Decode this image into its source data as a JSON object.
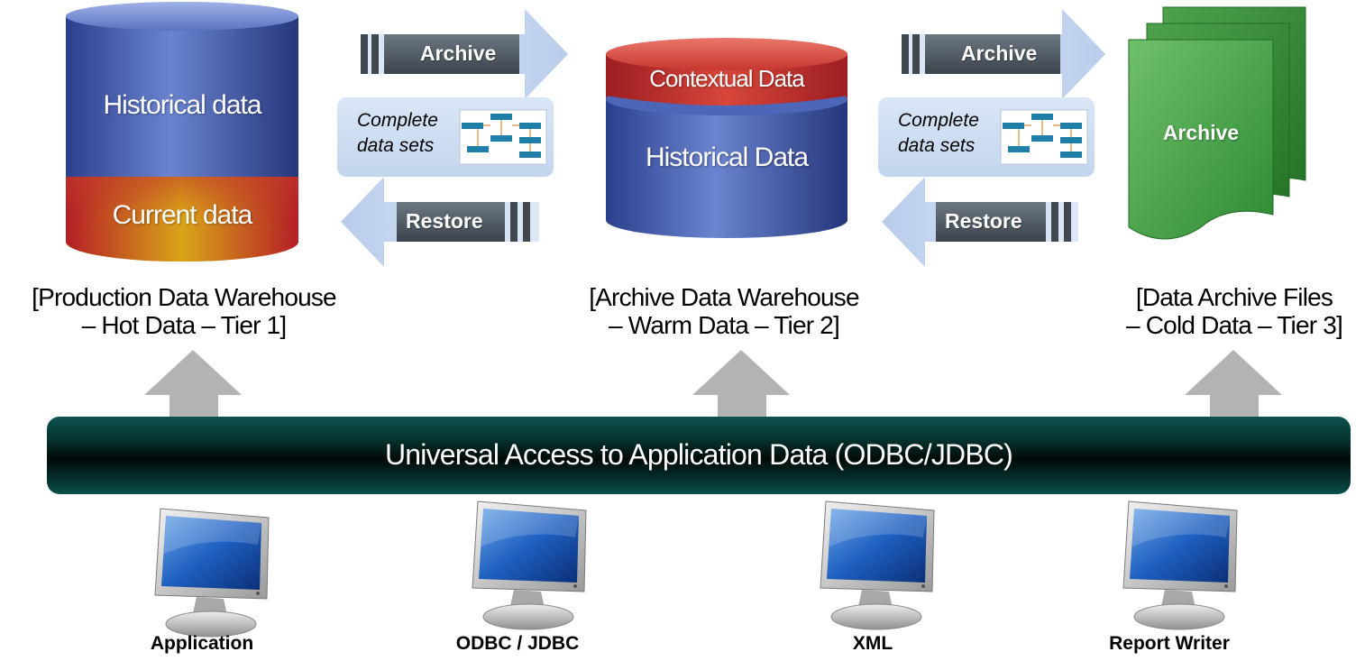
{
  "tiers": [
    {
      "top_segment": "Historical data",
      "bottom_segment": "Current data",
      "label_line1": "[Production Data Warehouse",
      "label_line2": "– Hot Data – Tier 1]"
    },
    {
      "top_segment": "Contextual Data",
      "bottom_segment": "Historical Data",
      "label_line1": "[Archive Data Warehouse",
      "label_line2": "– Warm Data – Tier 2]"
    },
    {
      "document_label": "Archive",
      "label_line1": "[Data Archive Files",
      "label_line2": "– Cold Data – Tier 3]"
    }
  ],
  "transfers": [
    {
      "archive_label": "Archive",
      "restore_label": "Restore",
      "data_sets_line1": "Complete",
      "data_sets_line2": "data sets"
    },
    {
      "archive_label": "Archive",
      "restore_label": "Restore",
      "data_sets_line1": "Complete",
      "data_sets_line2": "data sets"
    }
  ],
  "banner": {
    "text": "Universal Access to Application Data (ODBC/JDBC)"
  },
  "clients": [
    {
      "label": "Application",
      "icon": "monitor-icon"
    },
    {
      "label": "ODBC / JDBC",
      "icon": "monitor-icon"
    },
    {
      "label": "XML",
      "icon": "monitor-icon"
    },
    {
      "label": "Report Writer",
      "icon": "monitor-icon"
    }
  ],
  "colors": {
    "cylinder_blue": "#4a63b3",
    "current_data_red_gold": "#c9a21a",
    "contextual_red": "#c23a3a",
    "archive_green": "#3e9a3e",
    "banner_dark_teal": "#06322f",
    "arrow_gray": "#b0b0b0",
    "arrow_light_blue": "#c8d8f0"
  }
}
